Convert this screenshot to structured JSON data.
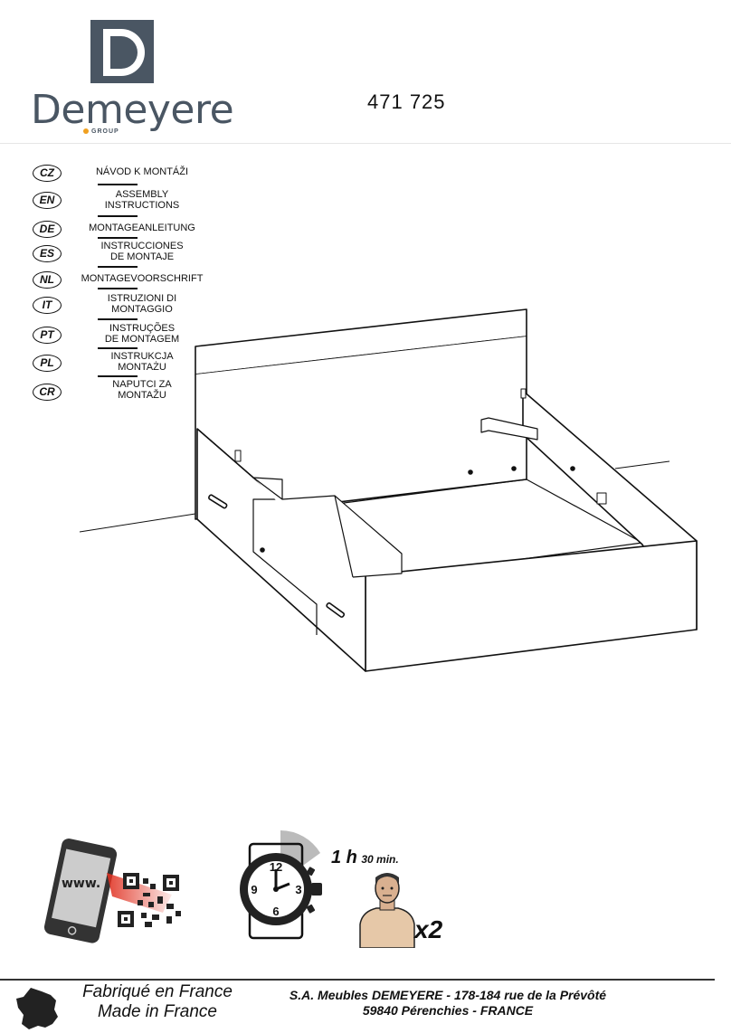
{
  "header": {
    "brand_name": "Demeyere",
    "brand_sub": "GROUP",
    "product_ref": "471 725",
    "brand_color": "#4a5663",
    "accent_color": "#f0a020"
  },
  "languages": [
    {
      "code": "CZ",
      "text": "NÁVOD K MONTÁŽI"
    },
    {
      "code": "EN",
      "text": "ASSEMBLY\nINSTRUCTIONS"
    },
    {
      "code": "DE",
      "text": "MONTAGEANLEITUNG"
    },
    {
      "code": "ES",
      "text": "INSTRUCCIONES\nDE MONTAJE"
    },
    {
      "code": "NL",
      "text": "MONTAGEVOORSCHRIFT"
    },
    {
      "code": "IT",
      "text": "ISTRUZIONI DI\nMONTAGGIO"
    },
    {
      "code": "PT",
      "text": "INSTRUÇÕES\nDE MONTAGEM"
    },
    {
      "code": "PL",
      "text": "INSTRUKCJA\nMONTAŻU"
    },
    {
      "code": "CR",
      "text": "NAPUTCI ZA\nMONTAŽU"
    }
  ],
  "info": {
    "phone_text": "www.",
    "time_hours": "1 h",
    "time_minutes": "30 min.",
    "people_count": "x2",
    "watch_numbers": [
      "12",
      "3",
      "6",
      "9"
    ]
  },
  "footer": {
    "made_fr": "Fabriqué en France",
    "made_en": "Made in France",
    "address_line1": "S.A. Meubles DEMEYERE - 178-184 rue de la Prévôté",
    "address_line2": "59840 Pérenchies - FRANCE"
  }
}
